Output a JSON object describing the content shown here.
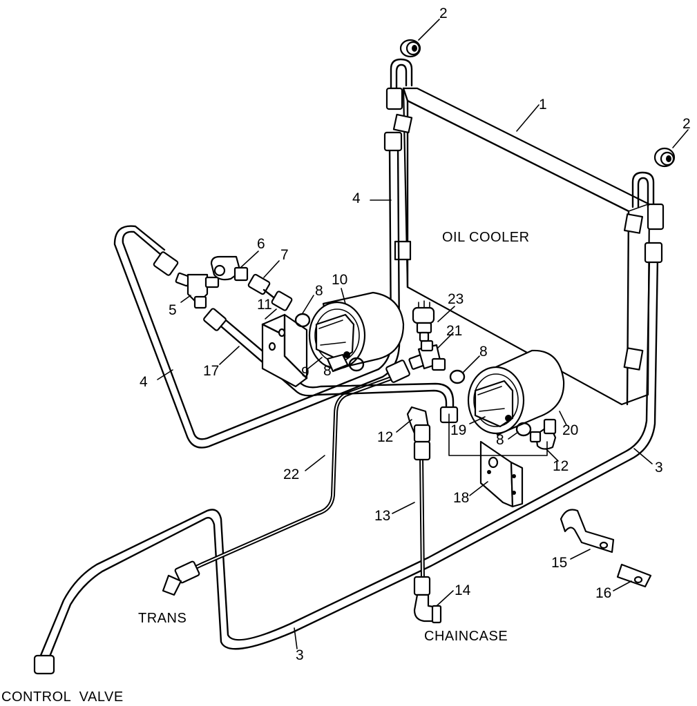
{
  "labels": {
    "oil_cooler": "OIL COOLER",
    "trans": "TRANS",
    "chaincase": "CHAINCASE",
    "control_valve": "CONTROL  VALVE"
  },
  "callouts": {
    "c1": "1",
    "c2a": "2",
    "c2b": "2",
    "c3a": "3",
    "c3b": "3",
    "c4a": "4",
    "c4b": "4",
    "c5": "5",
    "c6": "6",
    "c7": "7",
    "c8a": "8",
    "c8b": "8",
    "c8c": "8",
    "c8d": "8",
    "c9": "9",
    "c10": "10",
    "c11": "11",
    "c12a": "12",
    "c12b": "12",
    "c13": "13",
    "c14": "14",
    "c15": "15",
    "c16": "16",
    "c17": "17",
    "c18": "18",
    "c19": "19",
    "c20": "20",
    "c21": "21",
    "c22": "22",
    "c23": "23"
  }
}
